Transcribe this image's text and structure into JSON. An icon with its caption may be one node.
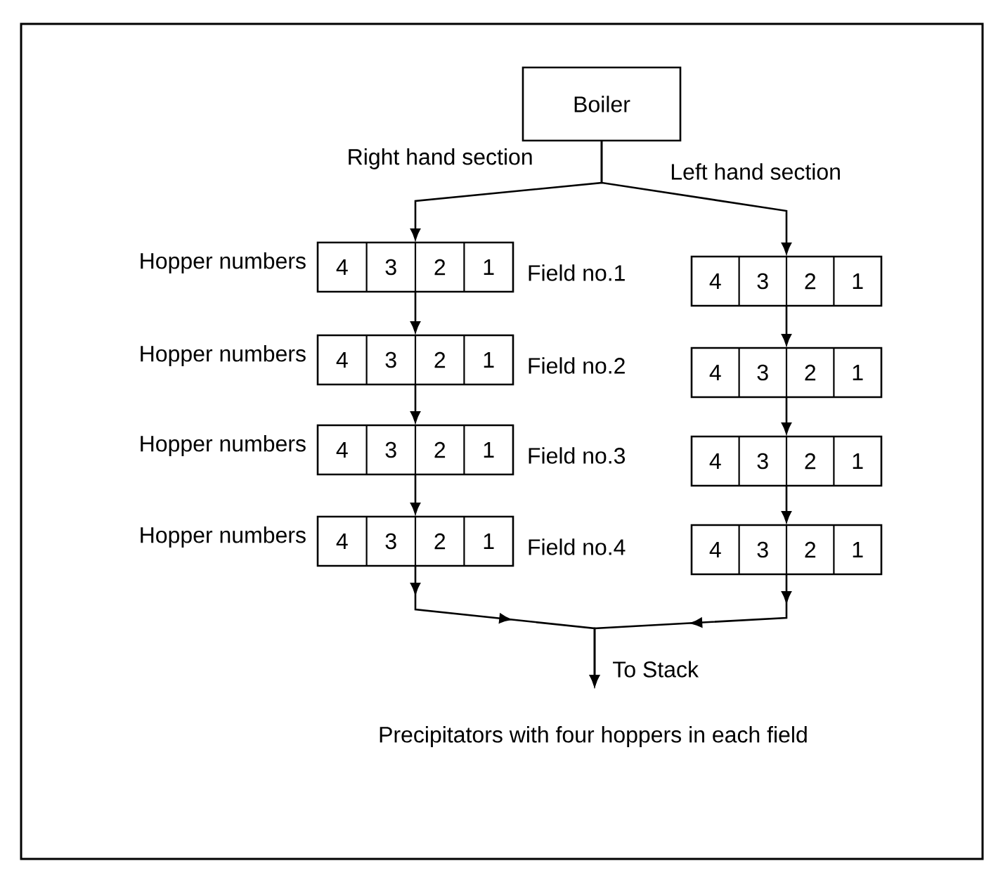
{
  "diagram": {
    "caption": "Precipitators with four hoppers in each field",
    "nodes": [
      {
        "text": [
          "Boiler"
        ]
      },
      {
        "text": [
          "4",
          "3",
          "2",
          "1"
        ],
        "beside": [
          "Hopper numbers"
        ]
      },
      {
        "text": [
          "4",
          "3",
          "2",
          "1"
        ],
        "beside": [
          "Hopper numbers"
        ]
      },
      {
        "text": [
          "4",
          "3",
          "2",
          "1"
        ],
        "beside": [
          "Hopper numbers"
        ]
      },
      {
        "text": [
          "4",
          "3",
          "2",
          "1"
        ],
        "beside": [
          "Hopper numbers"
        ]
      },
      {
        "text": [
          "4",
          "3",
          "2",
          "1"
        ]
      },
      {
        "text": [
          "4",
          "3",
          "2",
          "1"
        ]
      },
      {
        "text": [
          "4",
          "3",
          "2",
          "1"
        ]
      },
      {
        "text": [
          "4",
          "3",
          "2",
          "1"
        ]
      },
      {
        "text": [
          "To Stack"
        ]
      }
    ],
    "edges": [
      {
        "from": 0,
        "to": 1,
        "arrow": "to",
        "label": "Right hand section"
      },
      {
        "from": 0,
        "to": 5,
        "arrow": "to",
        "label": "Left hand section"
      },
      {
        "from": 1,
        "to": 2,
        "arrow": "to"
      },
      {
        "from": 2,
        "to": 3,
        "arrow": "to"
      },
      {
        "from": 3,
        "to": 4,
        "arrow": "to"
      },
      {
        "from": 5,
        "to": 6,
        "arrow": "to"
      },
      {
        "from": 6,
        "to": 7,
        "arrow": "to"
      },
      {
        "from": 7,
        "to": 8,
        "arrow": "to"
      },
      {
        "from": 4,
        "to": 9,
        "arrow": "to"
      },
      {
        "from": 8,
        "to": 9,
        "arrow": "to"
      }
    ],
    "labels": [
      "Field no.1",
      "Field no.2",
      "Field no.3",
      "Field no.4"
    ]
  }
}
